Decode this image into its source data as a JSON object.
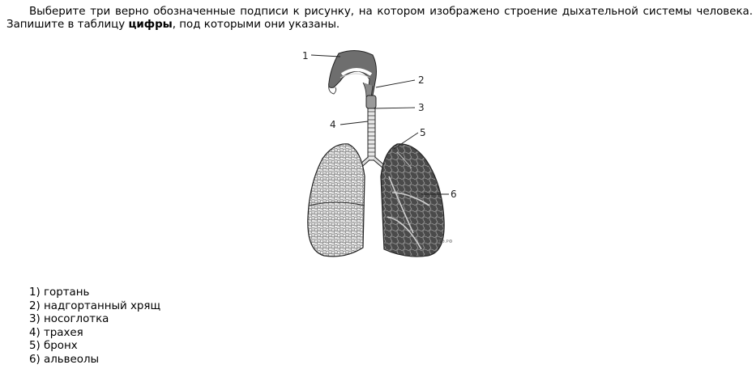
{
  "question": {
    "text_before": "Выберите три верно обозначенные подписи к рисунку, на котором изображено строение дыхательной системы человека. Запишите в таблицу ",
    "bold": "цифры",
    "text_after": ", под которыми они указаны."
  },
  "figure": {
    "labels": [
      "1",
      "2",
      "3",
      "4",
      "5",
      "6"
    ],
    "watermark": "ЕГЭ.РФ"
  },
  "answers": [
    "1) гортань",
    "2) надгортанный хрящ",
    "3) носоглотка",
    "4) трахея",
    "5) бронх",
    "6) альвеолы"
  ]
}
